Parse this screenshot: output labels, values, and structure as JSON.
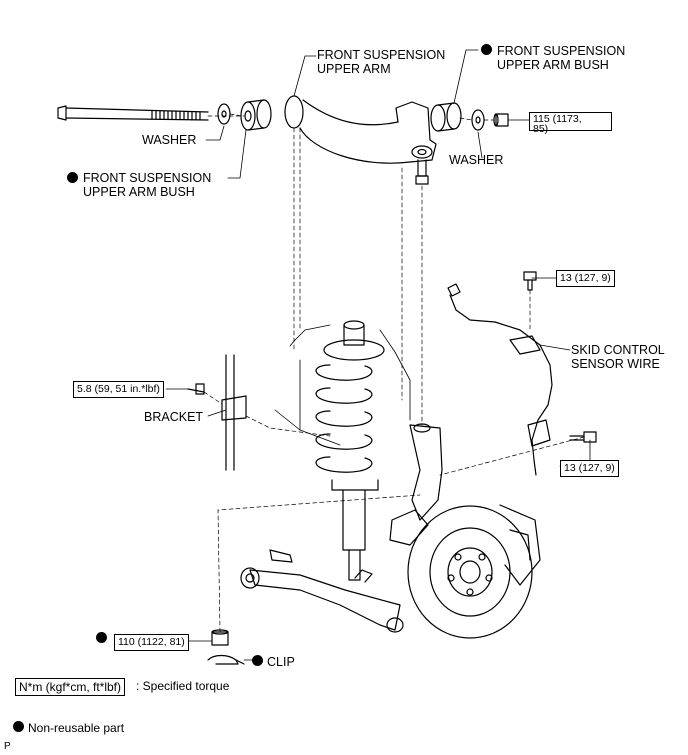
{
  "labels": {
    "upper_arm": "FRONT SUSPENSION\nUPPER ARM",
    "upper_arm_bush_top": "FRONT SUSPENSION\nUPPER ARM BUSH",
    "washer_left": "WASHER",
    "upper_arm_bush_left": "FRONT SUSPENSION\nUPPER ARM BUSH",
    "washer_right": "WASHER",
    "skid_sensor": "SKID CONTROL\nSENSOR WIRE",
    "bracket": "BRACKET",
    "clip": "CLIP",
    "corner": "P"
  },
  "torques": {
    "upper_arm_nut": "115 (1173,\n85)",
    "sensor_bolt_top": "13 (127, 9)",
    "bracket_bolt": "5.8 (59, 51 in.*lbf)",
    "sensor_bolt_lower": "13 (127, 9)",
    "ball_joint_nut": "110 (1122, 81)"
  },
  "legend": {
    "torque_unit": "N*m (kgf*cm, ft*lbf)",
    "torque_text": ": Specified torque",
    "nonreusable_text": "Non-reusable part"
  },
  "colors": {
    "ink": "#000000",
    "background": "#ffffff"
  }
}
